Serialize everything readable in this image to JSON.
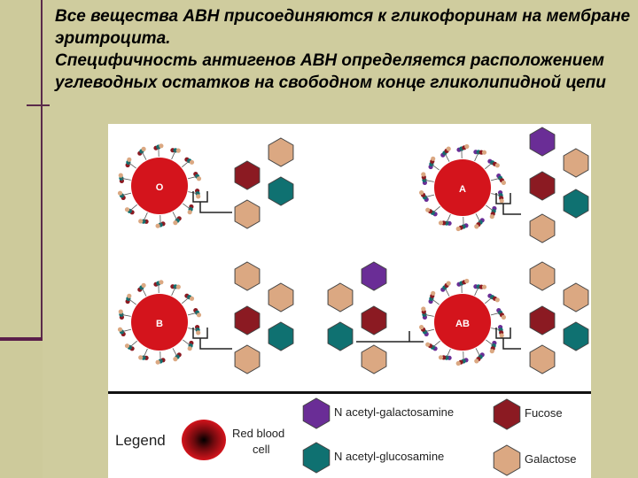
{
  "slide": {
    "line1": "Все вещества АВН присоединяются к гликофоринам на мембране эритроцита.",
    "line2": "Специфичность антигенов АВН определяется расположением углеводных остатков на свободном конце гликолипидной цепи"
  },
  "figure": {
    "cells": {
      "o": "O",
      "a": "A",
      "b": "B",
      "ab": "AB"
    },
    "legend": {
      "title": "Legend",
      "rbc_line1": "Red blood",
      "rbc_line2": "cell",
      "galnac": "N acetyl-galactosamine",
      "glcnac": "N acetyl-glucosamine",
      "fucose": "Fucose",
      "galactose": "Galactose"
    },
    "colors": {
      "galnac": "#6a2d96",
      "glcnac": "#0f7171",
      "fucose": "#8b1a22",
      "galactose": "#dba882",
      "rbc": "#d4141c"
    }
  }
}
